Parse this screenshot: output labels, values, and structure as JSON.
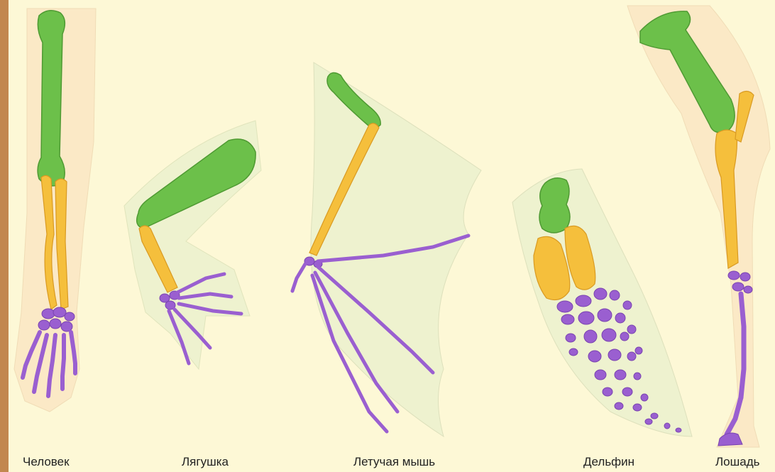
{
  "limbs": [
    {
      "key": "human",
      "label": "Человек"
    },
    {
      "key": "frog",
      "label": "Лягушка"
    },
    {
      "key": "bat",
      "label": "Летучая мышь"
    },
    {
      "key": "dolphin",
      "label": "Дельфин"
    },
    {
      "key": "horse",
      "label": "Лошадь"
    }
  ],
  "colors": {
    "background": "#fdf8d6",
    "stripe": "#c2874f",
    "skin_human": "#fbe9c6",
    "skin_other": "#eef2cf",
    "humerus": "#6cc04a",
    "forearm": "#f5bf3c",
    "hand": "#9a5fd0"
  }
}
